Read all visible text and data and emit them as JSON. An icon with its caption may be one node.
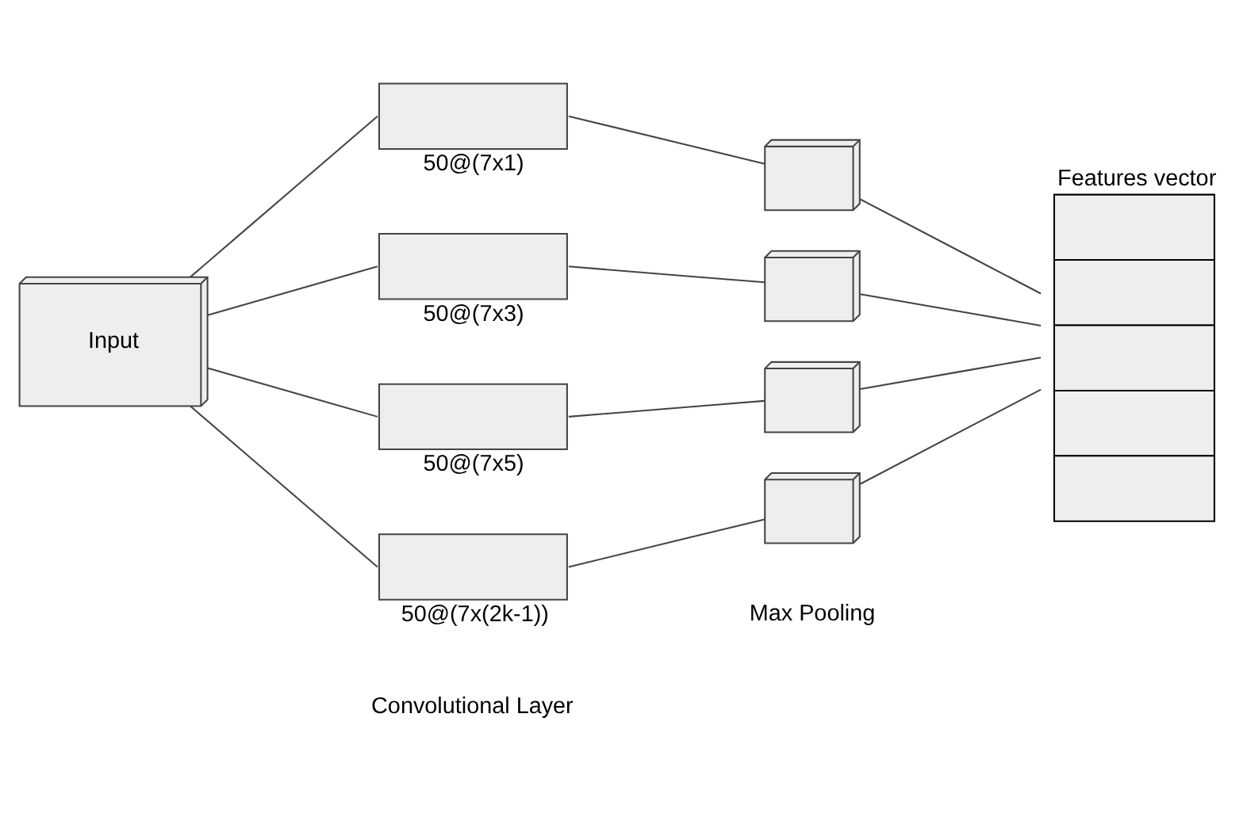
{
  "diagram": {
    "nodes": [
      {
        "text": [
          "Input"
        ]
      },
      {
        "text": [],
        "shape": "box",
        "beside": [
          "50@(7x1)"
        ]
      },
      {
        "text": [],
        "shape": "box",
        "beside": [
          "50@(7x3)"
        ]
      },
      {
        "text": [],
        "shape": "box",
        "beside": [
          "50@(7x5)"
        ]
      },
      {
        "text": [],
        "shape": "box",
        "beside": [
          "50@(7x(2k-1))"
        ]
      },
      {
        "text": [],
        "shape": "box"
      },
      {
        "text": [],
        "shape": "box"
      },
      {
        "text": [],
        "shape": "box"
      },
      {
        "text": [],
        "shape": "box"
      },
      {
        "text": [
          "Features vector"
        ]
      }
    ],
    "edges": [
      {
        "from": 0,
        "to": 1,
        "arrow": "none"
      },
      {
        "from": 0,
        "to": 2,
        "arrow": "none"
      },
      {
        "from": 0,
        "to": 3,
        "arrow": "none"
      },
      {
        "from": 0,
        "to": 4,
        "arrow": "none"
      },
      {
        "from": 1,
        "to": 5,
        "arrow": "none"
      },
      {
        "from": 2,
        "to": 6,
        "arrow": "none"
      },
      {
        "from": 3,
        "to": 7,
        "arrow": "none"
      },
      {
        "from": 4,
        "to": 8,
        "arrow": "none"
      },
      {
        "from": 5,
        "to": 9,
        "arrow": "none"
      },
      {
        "from": 6,
        "to": 9,
        "arrow": "none"
      },
      {
        "from": 7,
        "to": 9,
        "arrow": "none"
      },
      {
        "from": 8,
        "to": 9,
        "arrow": "none"
      }
    ],
    "labels": [
      "Convolutional Layer",
      "Max Pooling"
    ]
  }
}
